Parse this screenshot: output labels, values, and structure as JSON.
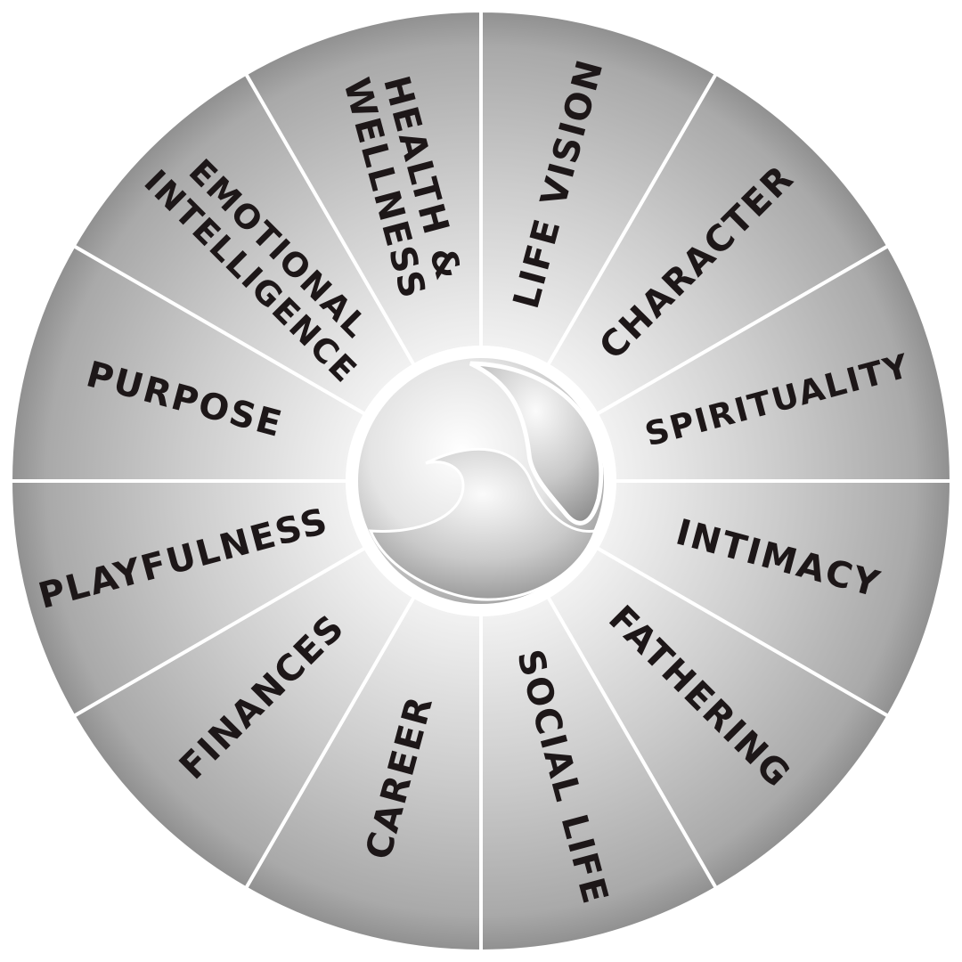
{
  "wheel": {
    "segments": [
      {
        "label": "LIFE VISION"
      },
      {
        "label": "CHARACTER"
      },
      {
        "label": "SPIRITUALITY"
      },
      {
        "label": "INTIMACY"
      },
      {
        "label": "FATHERING"
      },
      {
        "label": "SOCIAL LIFE"
      },
      {
        "label": "CAREER"
      },
      {
        "label": "FINANCES"
      },
      {
        "label": "PLAYFULNESS"
      },
      {
        "label": "PURPOSE"
      },
      {
        "label": "EMOTIONAL INTELLIGENCE"
      },
      {
        "label": "HEALTH & WELLNESS"
      }
    ]
  },
  "colors": {
    "segment_light": "#efefef",
    "segment_dark": "#9c9c9c",
    "divider": "#ffffff",
    "text": "#1d1718"
  },
  "center": {
    "icon": "swirl-logo-icon"
  }
}
